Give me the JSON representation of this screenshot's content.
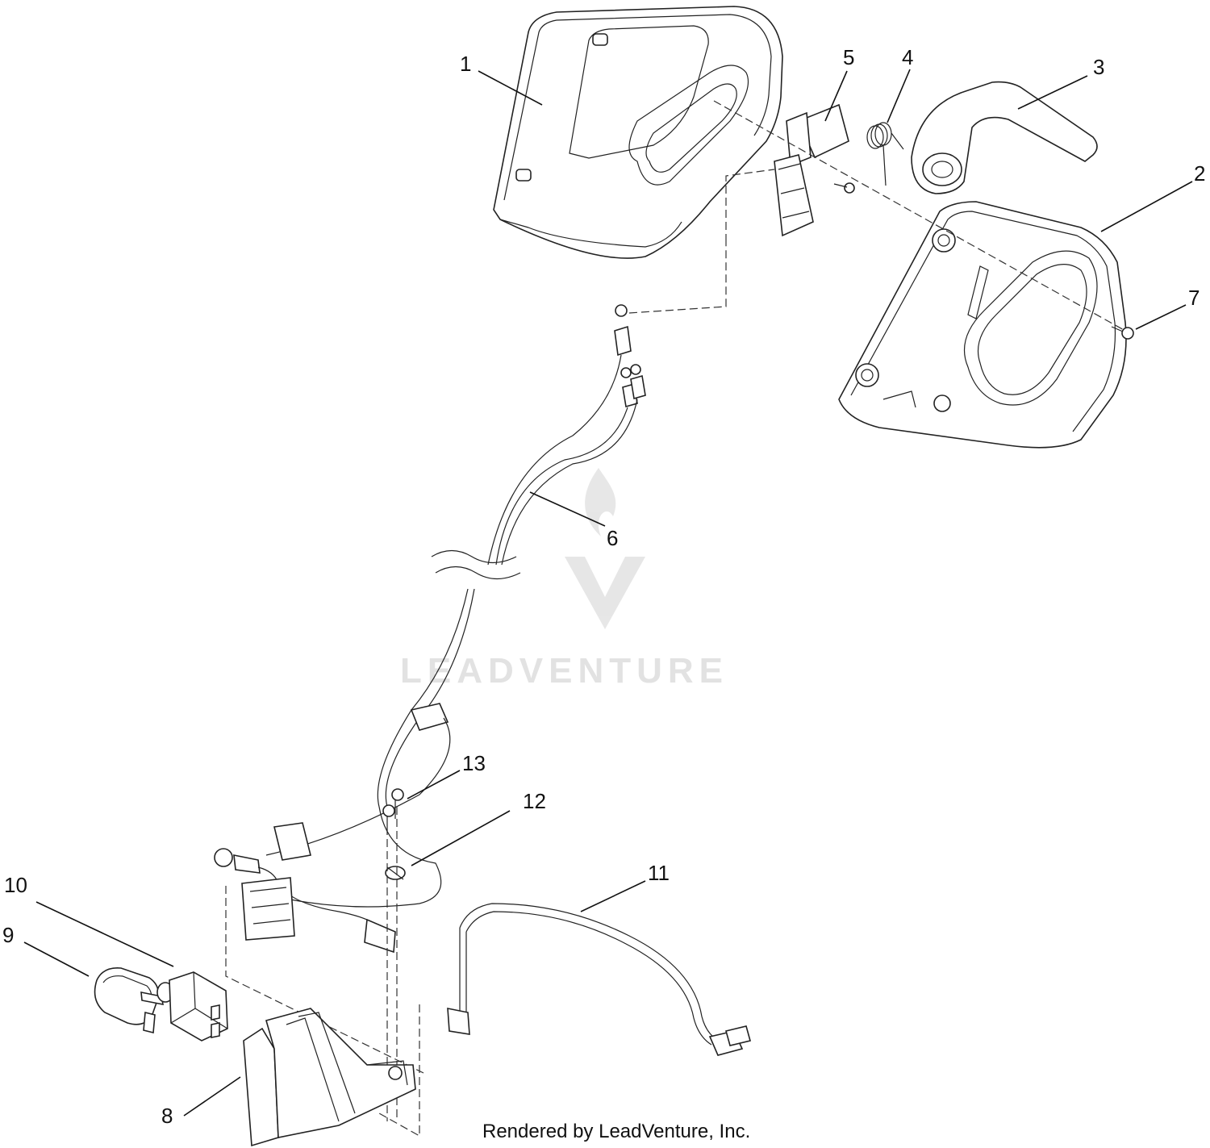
{
  "callouts": {
    "c1": "1",
    "c2": "2",
    "c3": "3",
    "c4": "4",
    "c5": "5",
    "c6": "6",
    "c7": "7",
    "c8": "8",
    "c9": "9",
    "c10": "10",
    "c11": "11",
    "c12": "12",
    "c13": "13"
  },
  "watermark": {
    "text": "LEADVENTURE"
  },
  "footer": {
    "text": "Rendered by LeadVenture, Inc."
  }
}
